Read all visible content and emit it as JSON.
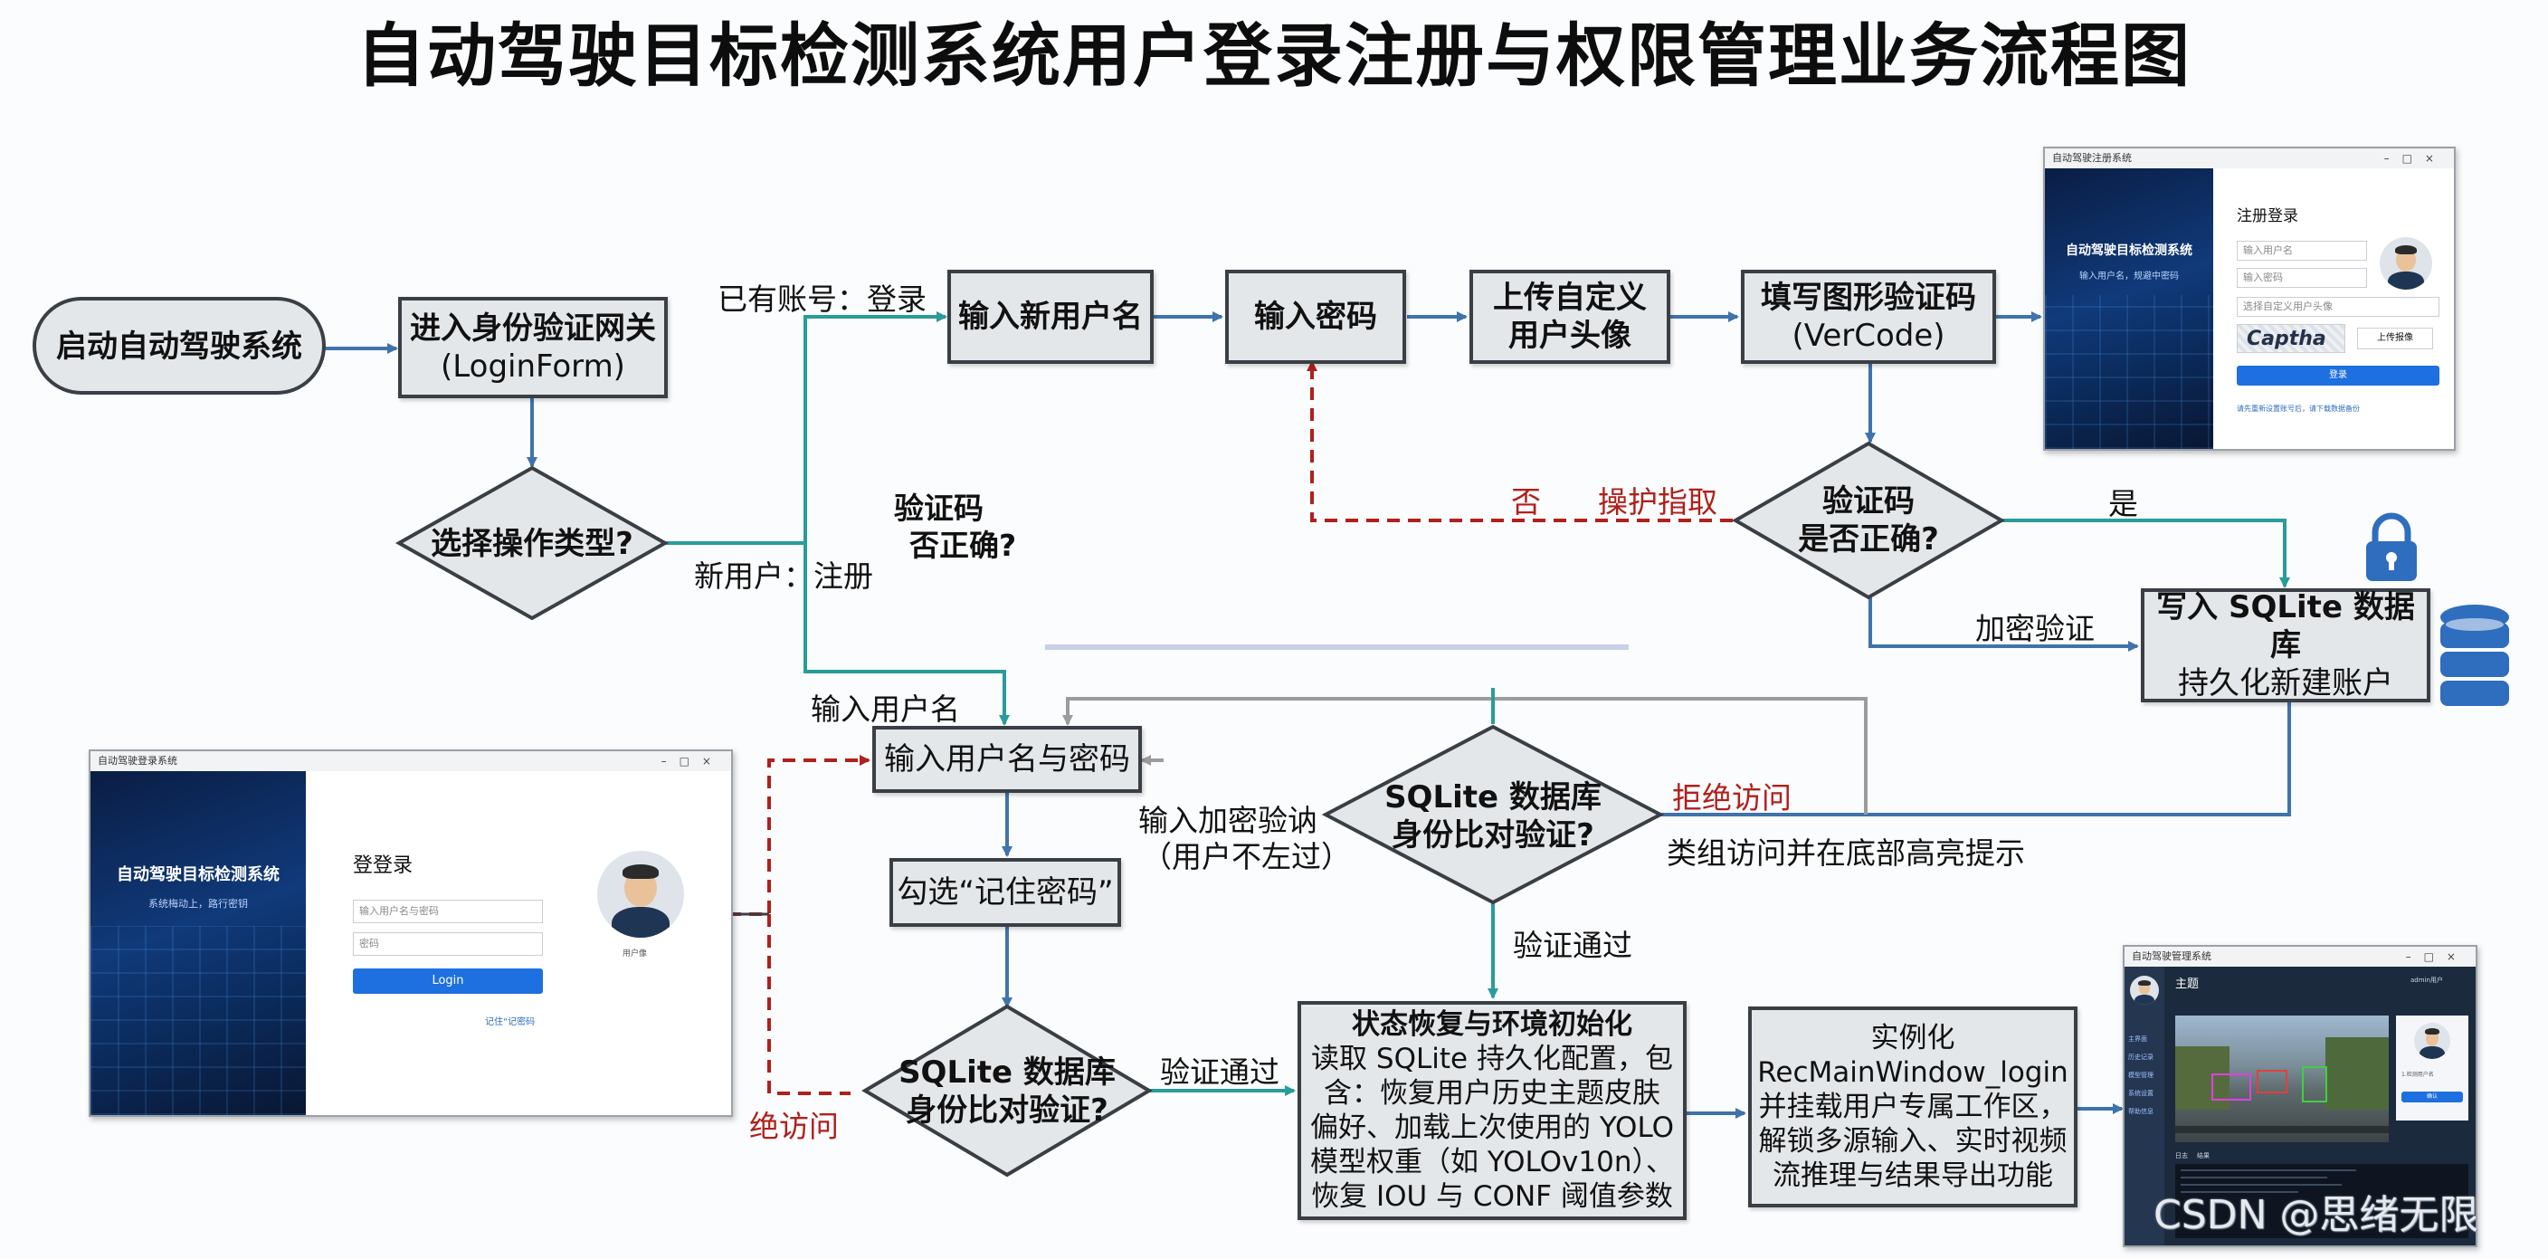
{
  "title": "自动驾驶目标检测系统用户登录注册与权限管理业务流程图",
  "nodes": {
    "start": "启动自动驾驶系统",
    "gateway_l1": "进入身份验证网关",
    "gateway_l2": "(LoginForm)",
    "op_type": "选择操作类型?",
    "new_user": "输入新用户名",
    "input_pwd": "输入密码",
    "avatar_l1": "上传自定义",
    "avatar_l2": "用户头像",
    "captcha_l1": "填写图形验证码",
    "captcha_l2": "(VerCode)",
    "captcha_check_l1": "验证码",
    "captcha_check_l2": "是否正确?",
    "write_db_l1": "写入 SQLite 数据库",
    "write_db_l2": "持久化新建账户",
    "login_input": "输入用户名与密码",
    "remember": "勾选“记住密码”",
    "sqlite_top_l1": "SQLite 数据库",
    "sqlite_top_l2": "身份比对验证?",
    "sqlite_bottom_l1": "SQLite 数据库",
    "sqlite_bottom_l2": "身份比对验证?",
    "restore_title": "状态恢复与环境初始化",
    "restore_body": [
      "读取 SQLite 持久化配置，包",
      "含：恢复用户历史主题皮肤",
      "偏好、加载上次使用的 YOLO",
      "模型权重（如 YOLOv10n）、",
      "恢复 IOU 与 CONF 阈值参数"
    ],
    "instance": [
      "实例化",
      "RecMainWindow_login",
      "并挂载用户专属工作区，",
      "解锁多源输入、实时视频",
      "流推理与结果导出功能"
    ]
  },
  "labels": {
    "has_account": "已有账号：登录",
    "new_user_reg": "新用户：注册",
    "floating_l1": "验证码",
    "floating_l2": "否正确?",
    "no": "否",
    "retry": "操护指取",
    "yes": "是",
    "encrypt": "加密验证",
    "input_username": "输入用户名",
    "input_encrypt_l1": "输入加密验讷",
    "input_encrypt_l2": "（用户不左过）",
    "deny": "拒绝访问",
    "deny_hint": "类组访问并在底部高亮提示",
    "pass_top": "验证通过",
    "pass_bottom": "验证通过",
    "deny_left": "绝访问"
  },
  "register_window": {
    "bar_title": "自动驾驶注册系统",
    "panel_title": "自动驾驶目标检测系统",
    "panel_sub": "输入用户名，规避中密码",
    "form_title": "注册登录",
    "username_ph": "输入用户名",
    "password_ph": "输入密码",
    "avatar_ph": "选择自定义用户头像",
    "captcha": "Captha",
    "upload": "上传报像",
    "submit": "登录",
    "footer": "请先重新设置账号后，请下载数据备份"
  },
  "login_window": {
    "bar_title": "自动驾驶登录系统",
    "panel_title": "自动驾驶目标检测系统",
    "panel_sub": "系统梅动上，路行密钥",
    "form_title": "登登录",
    "username_ph": "输入用户名与密码",
    "password_ph": "密码",
    "submit": "Login",
    "remember": "记住“记密码",
    "avatar_caption": "用户像"
  },
  "main_window": {
    "bar_title": "自动驾驶管理系统",
    "header": "主题",
    "user": "admin用户",
    "menu": [
      "主界面",
      "历史记录",
      "模型管理",
      "系统设置",
      "帮助信息"
    ],
    "right_label": "1.检测用户名",
    "right_btn": "确认",
    "tabs": [
      "日志",
      "结果"
    ]
  },
  "watermark": "CSDN @思绪无限",
  "colors": {
    "blue_arrow": "#3f73ac",
    "teal_arrow": "#2a9b9b",
    "red_dash": "#b0201c",
    "gray_line": "#9c9c9c",
    "db_blue": "#2f6dbe"
  }
}
